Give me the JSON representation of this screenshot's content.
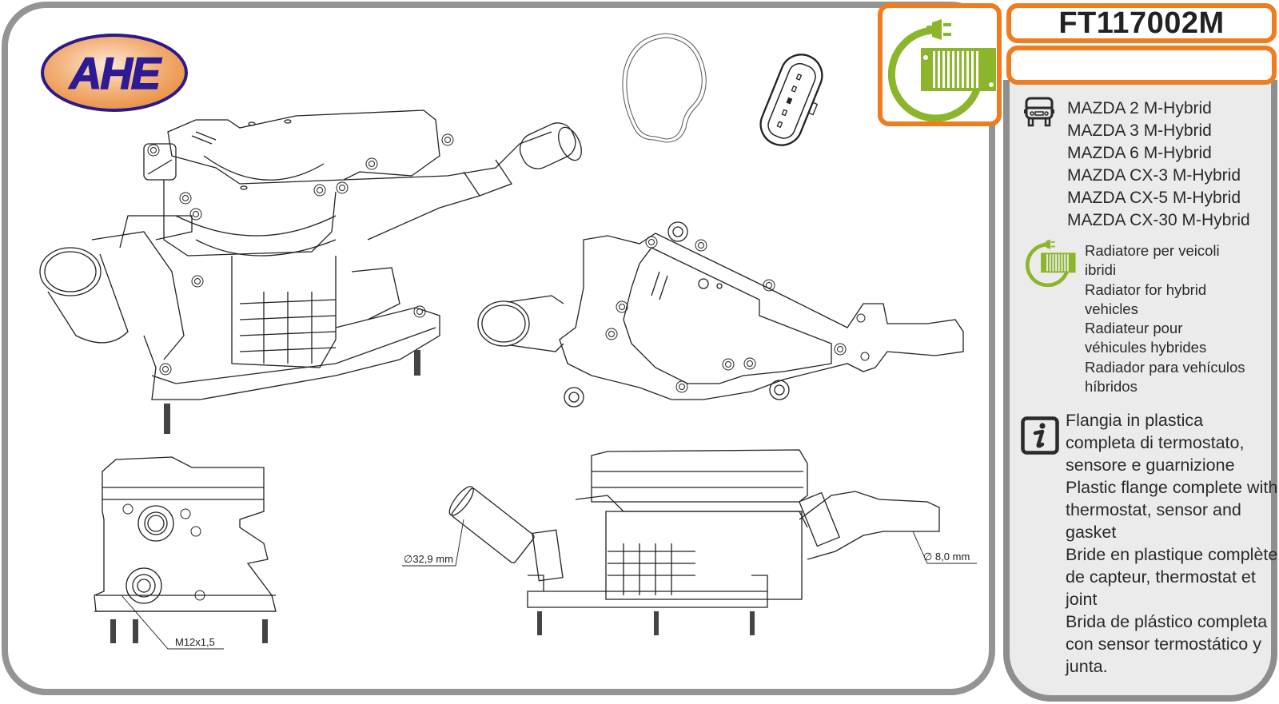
{
  "brand": {
    "logo_text": "AHE",
    "colors": {
      "logo_fill": "#f3b078",
      "logo_outline": "#2a1a8c",
      "accent_orange": "#ef7d1f",
      "hybrid_green": "#8bb52a",
      "frame_gray": "#949494"
    }
  },
  "product": {
    "code": "FT117002M",
    "subtitle": ""
  },
  "applications": {
    "icon": "vehicle-front-icon",
    "vehicles": [
      "MAZDA 2 M-Hybrid",
      "MAZDA 3 M-Hybrid",
      "MAZDA 6 M-Hybrid",
      "MAZDA CX-3 M-Hybrid",
      "MAZDA CX-5 M-Hybrid",
      "MAZDA CX-30 M-Hybrid"
    ]
  },
  "hybrid_badge": {
    "icon": "hybrid-radiator-plug-icon",
    "lines": [
      "Radiatore per veicoli",
      "ibridi",
      "Radiator for hybrid",
      "vehicles",
      "Radiateur pour",
      "véhicules hybrides",
      "Radiador para vehículos",
      "híbridos"
    ]
  },
  "description": {
    "icon": "info-icon",
    "lines": [
      "Flangia in plastica",
      "completa di termostato,",
      "sensore e guarnizione",
      "Plastic flange complete with",
      "thermostat, sensor and",
      "gasket",
      "Bride en plastique complète",
      "de capteur, thermostat et",
      "joint",
      "Brida de plástico completa",
      "con sensor termostático y",
      "junta."
    ]
  },
  "drawing": {
    "dimensions": {
      "inlet_diameter": "∅32,9 mm",
      "outlet_diameter": "∅ 8,0 mm",
      "thread": "M12x1,5"
    }
  }
}
